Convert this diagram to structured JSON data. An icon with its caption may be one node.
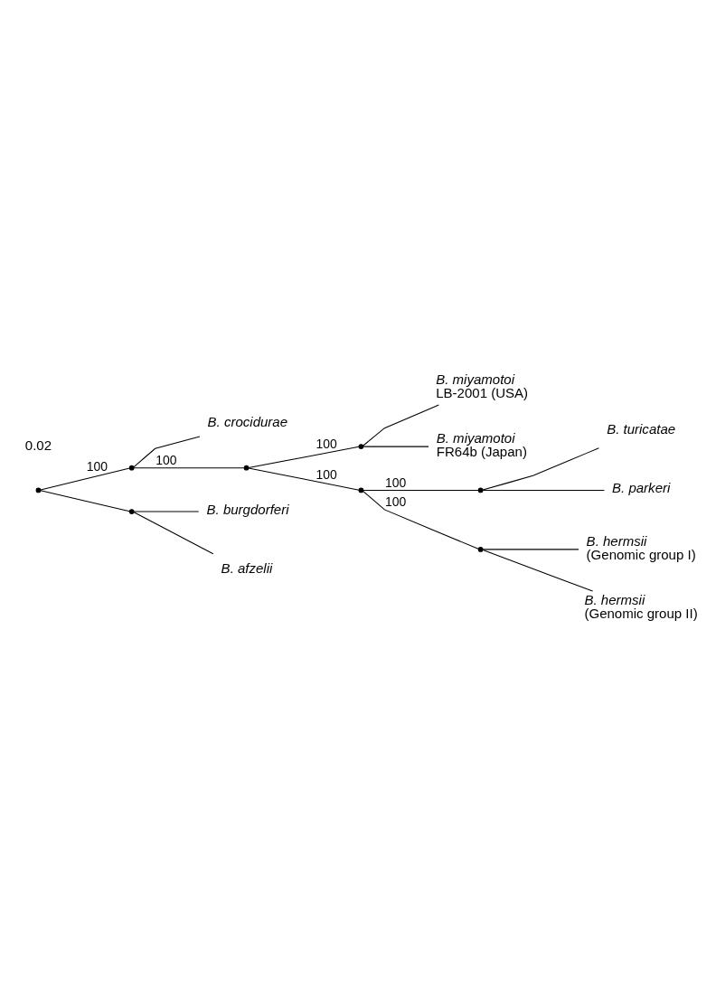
{
  "diagram": {
    "nodes": [
      {
        "text": [
          "B. miyamotoi",
          "LB-2001 (USA)"
        ]
      },
      {
        "text": [
          "B. miyamotoi",
          "FR64b (Japan)"
        ]
      },
      {
        "text": [
          "B. turicatae"
        ]
      },
      {
        "text": [
          "B. parkeri"
        ]
      },
      {
        "text": [
          "B. hermsii",
          "(Genomic group I)"
        ]
      },
      {
        "text": [
          "B. hermsii",
          "(Genomic group II)"
        ]
      },
      {
        "text": [
          "B. crocidurae"
        ]
      },
      {
        "text": [
          "B. burgdorferi"
        ]
      },
      {
        "text": [
          "B. afzelii"
        ]
      },
      {
        "text": [],
        "shape": "point"
      },
      {
        "text": [],
        "shape": "point"
      },
      {
        "text": [],
        "shape": "point"
      },
      {
        "text": [],
        "shape": "point"
      },
      {
        "text": [],
        "shape": "point"
      },
      {
        "text": [],
        "shape": "point"
      },
      {
        "text": [],
        "shape": "point"
      },
      {
        "text": [],
        "shape": "point"
      }
    ],
    "edges": [
      {
        "from": 9,
        "to": 10,
        "arrow": "none",
        "label": "100"
      },
      {
        "from": 9,
        "to": 16,
        "arrow": "none"
      },
      {
        "from": 10,
        "to": 11,
        "arrow": "none",
        "label": "100"
      },
      {
        "from": 10,
        "to": 6,
        "arrow": "none"
      },
      {
        "from": 11,
        "to": 12,
        "arrow": "none",
        "label": "100"
      },
      {
        "from": 11,
        "to": 13,
        "arrow": "none",
        "label": "100"
      },
      {
        "from": 12,
        "to": 0,
        "arrow": "none"
      },
      {
        "from": 12,
        "to": 1,
        "arrow": "none"
      },
      {
        "from": 13,
        "to": 14,
        "arrow": "none",
        "label": "100"
      },
      {
        "from": 13,
        "to": 15,
        "arrow": "none",
        "label": "100"
      },
      {
        "from": 14,
        "to": 2,
        "arrow": "none"
      },
      {
        "from": 14,
        "to": 3,
        "arrow": "none"
      },
      {
        "from": 15,
        "to": 4,
        "arrow": "none"
      },
      {
        "from": 15,
        "to": 5,
        "arrow": "none"
      },
      {
        "from": 16,
        "to": 7,
        "arrow": "none"
      },
      {
        "from": 16,
        "to": 8,
        "arrow": "none"
      }
    ],
    "labels": [
      "0.02"
    ]
  }
}
